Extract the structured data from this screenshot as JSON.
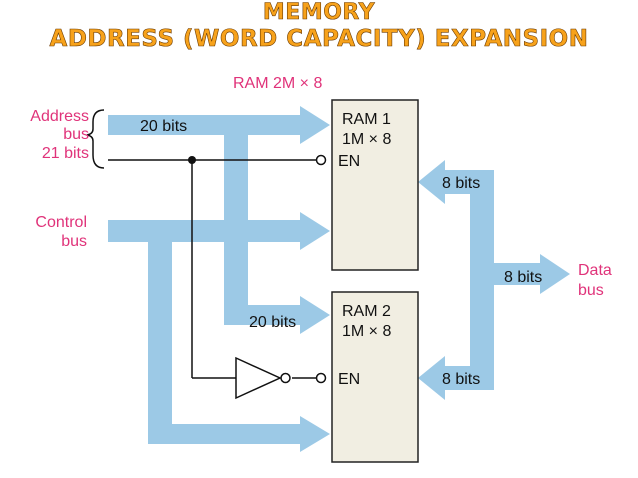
{
  "title": {
    "line1": "MEMORY",
    "line2": "ADDRESS (WORD CAPACITY) EXPANSION"
  },
  "diagram": {
    "ram_total_label": "RAM 2M × 8",
    "address_bus": {
      "line1": "Address",
      "line2": "bus",
      "line3": "21 bits"
    },
    "control_bus": {
      "line1": "Control",
      "line2": "bus"
    },
    "data_bus": {
      "line1": "Data",
      "line2": "bus"
    },
    "ram1": {
      "name": "RAM 1",
      "size": "1M × 8",
      "enable": "EN"
    },
    "ram2": {
      "name": "RAM 2",
      "size": "1M × 8",
      "enable": "EN"
    },
    "bits_labels": {
      "addr_top": "20 bits",
      "addr_ram2": "20 bits",
      "data_ram1": "8 bits",
      "data_ram2": "8 bits",
      "data_out": "8 bits"
    }
  },
  "colors": {
    "title_fill": "#f7a21b",
    "label_pink": "#e0337a",
    "bus_arrow": "#9cc9e6",
    "ram_box": "#f1eee2"
  }
}
